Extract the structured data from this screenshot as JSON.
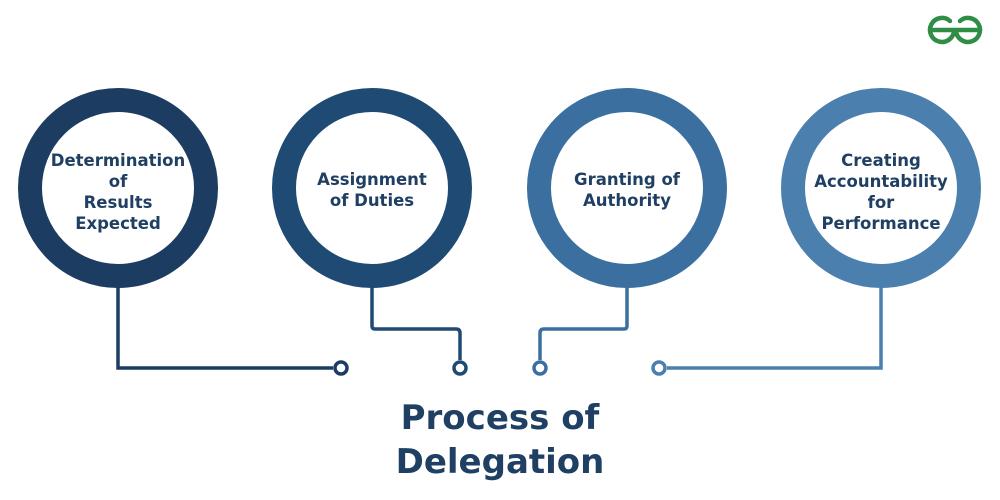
{
  "brand": {
    "logo_text": "GG",
    "logo_color": "#2f8d46"
  },
  "title": {
    "line1": "Process of",
    "line2": "Delegation"
  },
  "steps": [
    {
      "label": "Determination\nof\nResults\nExpected",
      "color": "#1c3d61"
    },
    {
      "label": "Assignment\nof Duties",
      "color": "#1e4a74"
    },
    {
      "label": "Granting of\nAuthority",
      "color": "#3a6f9f"
    },
    {
      "label": "Creating\nAccountability\nfor\nPerformance",
      "color": "#4b7fae"
    }
  ]
}
